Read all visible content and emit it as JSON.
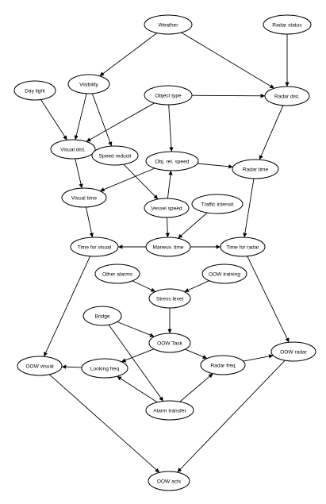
{
  "nodes": {
    "weather": "Weather",
    "radar_status": "Radar status",
    "visibility": "Visibility",
    "day_light": "Day light",
    "object_type": "Object type",
    "radar_dist": "Radar dist.",
    "visual_dist": "Visual dist.",
    "speed_reduct": "Speed reducti",
    "obj_rel_speed": "Obj. rel. speed",
    "radar_time": "Radar time",
    "visual_time": "Visual time",
    "vessel_speed": "Vessel speed",
    "traffic_intensit": "Traffic intensit",
    "time_for_visual": "Time for visual",
    "maneuv_time": "Maneuv. time",
    "time_for_radar": "Time for radar",
    "other_alarms": "Other alarms",
    "oow_training": "OOW training",
    "stress_level": "Stress level",
    "bridge": "Bridge",
    "oow_task": "OOW Task",
    "oow_visual": "OOW visual",
    "looking_freq": "Looking freq",
    "radar_freq": "Radar freq",
    "oow_radar": "OOW radar",
    "alarm_transfer": "Alarm transfer",
    "oow_acts": "OOW acts"
  },
  "edges": [
    [
      "weather",
      "visibility"
    ],
    [
      "weather",
      "radar_dist"
    ],
    [
      "radar_status",
      "radar_dist"
    ],
    [
      "visibility",
      "visual_dist"
    ],
    [
      "visibility",
      "speed_reduct"
    ],
    [
      "day_light",
      "visual_dist"
    ],
    [
      "object_type",
      "radar_dist"
    ],
    [
      "object_type",
      "visual_dist"
    ],
    [
      "object_type",
      "obj_rel_speed"
    ],
    [
      "radar_dist",
      "radar_time"
    ],
    [
      "visual_dist",
      "visual_time"
    ],
    [
      "speed_reduct",
      "vessel_speed"
    ],
    [
      "obj_rel_speed",
      "radar_time"
    ],
    [
      "obj_rel_speed",
      "visual_time"
    ],
    [
      "vessel_speed",
      "obj_rel_speed"
    ],
    [
      "vessel_speed",
      "maneuv_time"
    ],
    [
      "traffic_intensit",
      "maneuv_time"
    ],
    [
      "visual_time",
      "time_for_visual"
    ],
    [
      "radar_time",
      "time_for_radar"
    ],
    [
      "maneuv_time",
      "time_for_visual"
    ],
    [
      "maneuv_time",
      "time_for_radar"
    ],
    [
      "other_alarms",
      "stress_level"
    ],
    [
      "oow_training",
      "stress_level"
    ],
    [
      "stress_level",
      "oow_task"
    ],
    [
      "bridge",
      "oow_task"
    ],
    [
      "bridge",
      "alarm_transfer"
    ],
    [
      "oow_task",
      "looking_freq"
    ],
    [
      "oow_task",
      "radar_freq"
    ],
    [
      "time_for_visual",
      "oow_visual"
    ],
    [
      "time_for_radar",
      "oow_radar"
    ],
    [
      "looking_freq",
      "oow_visual"
    ],
    [
      "radar_freq",
      "oow_radar"
    ],
    [
      "alarm_transfer",
      "looking_freq"
    ],
    [
      "alarm_transfer",
      "radar_freq"
    ],
    [
      "oow_visual",
      "oow_acts"
    ],
    [
      "oow_radar",
      "oow_acts"
    ]
  ]
}
